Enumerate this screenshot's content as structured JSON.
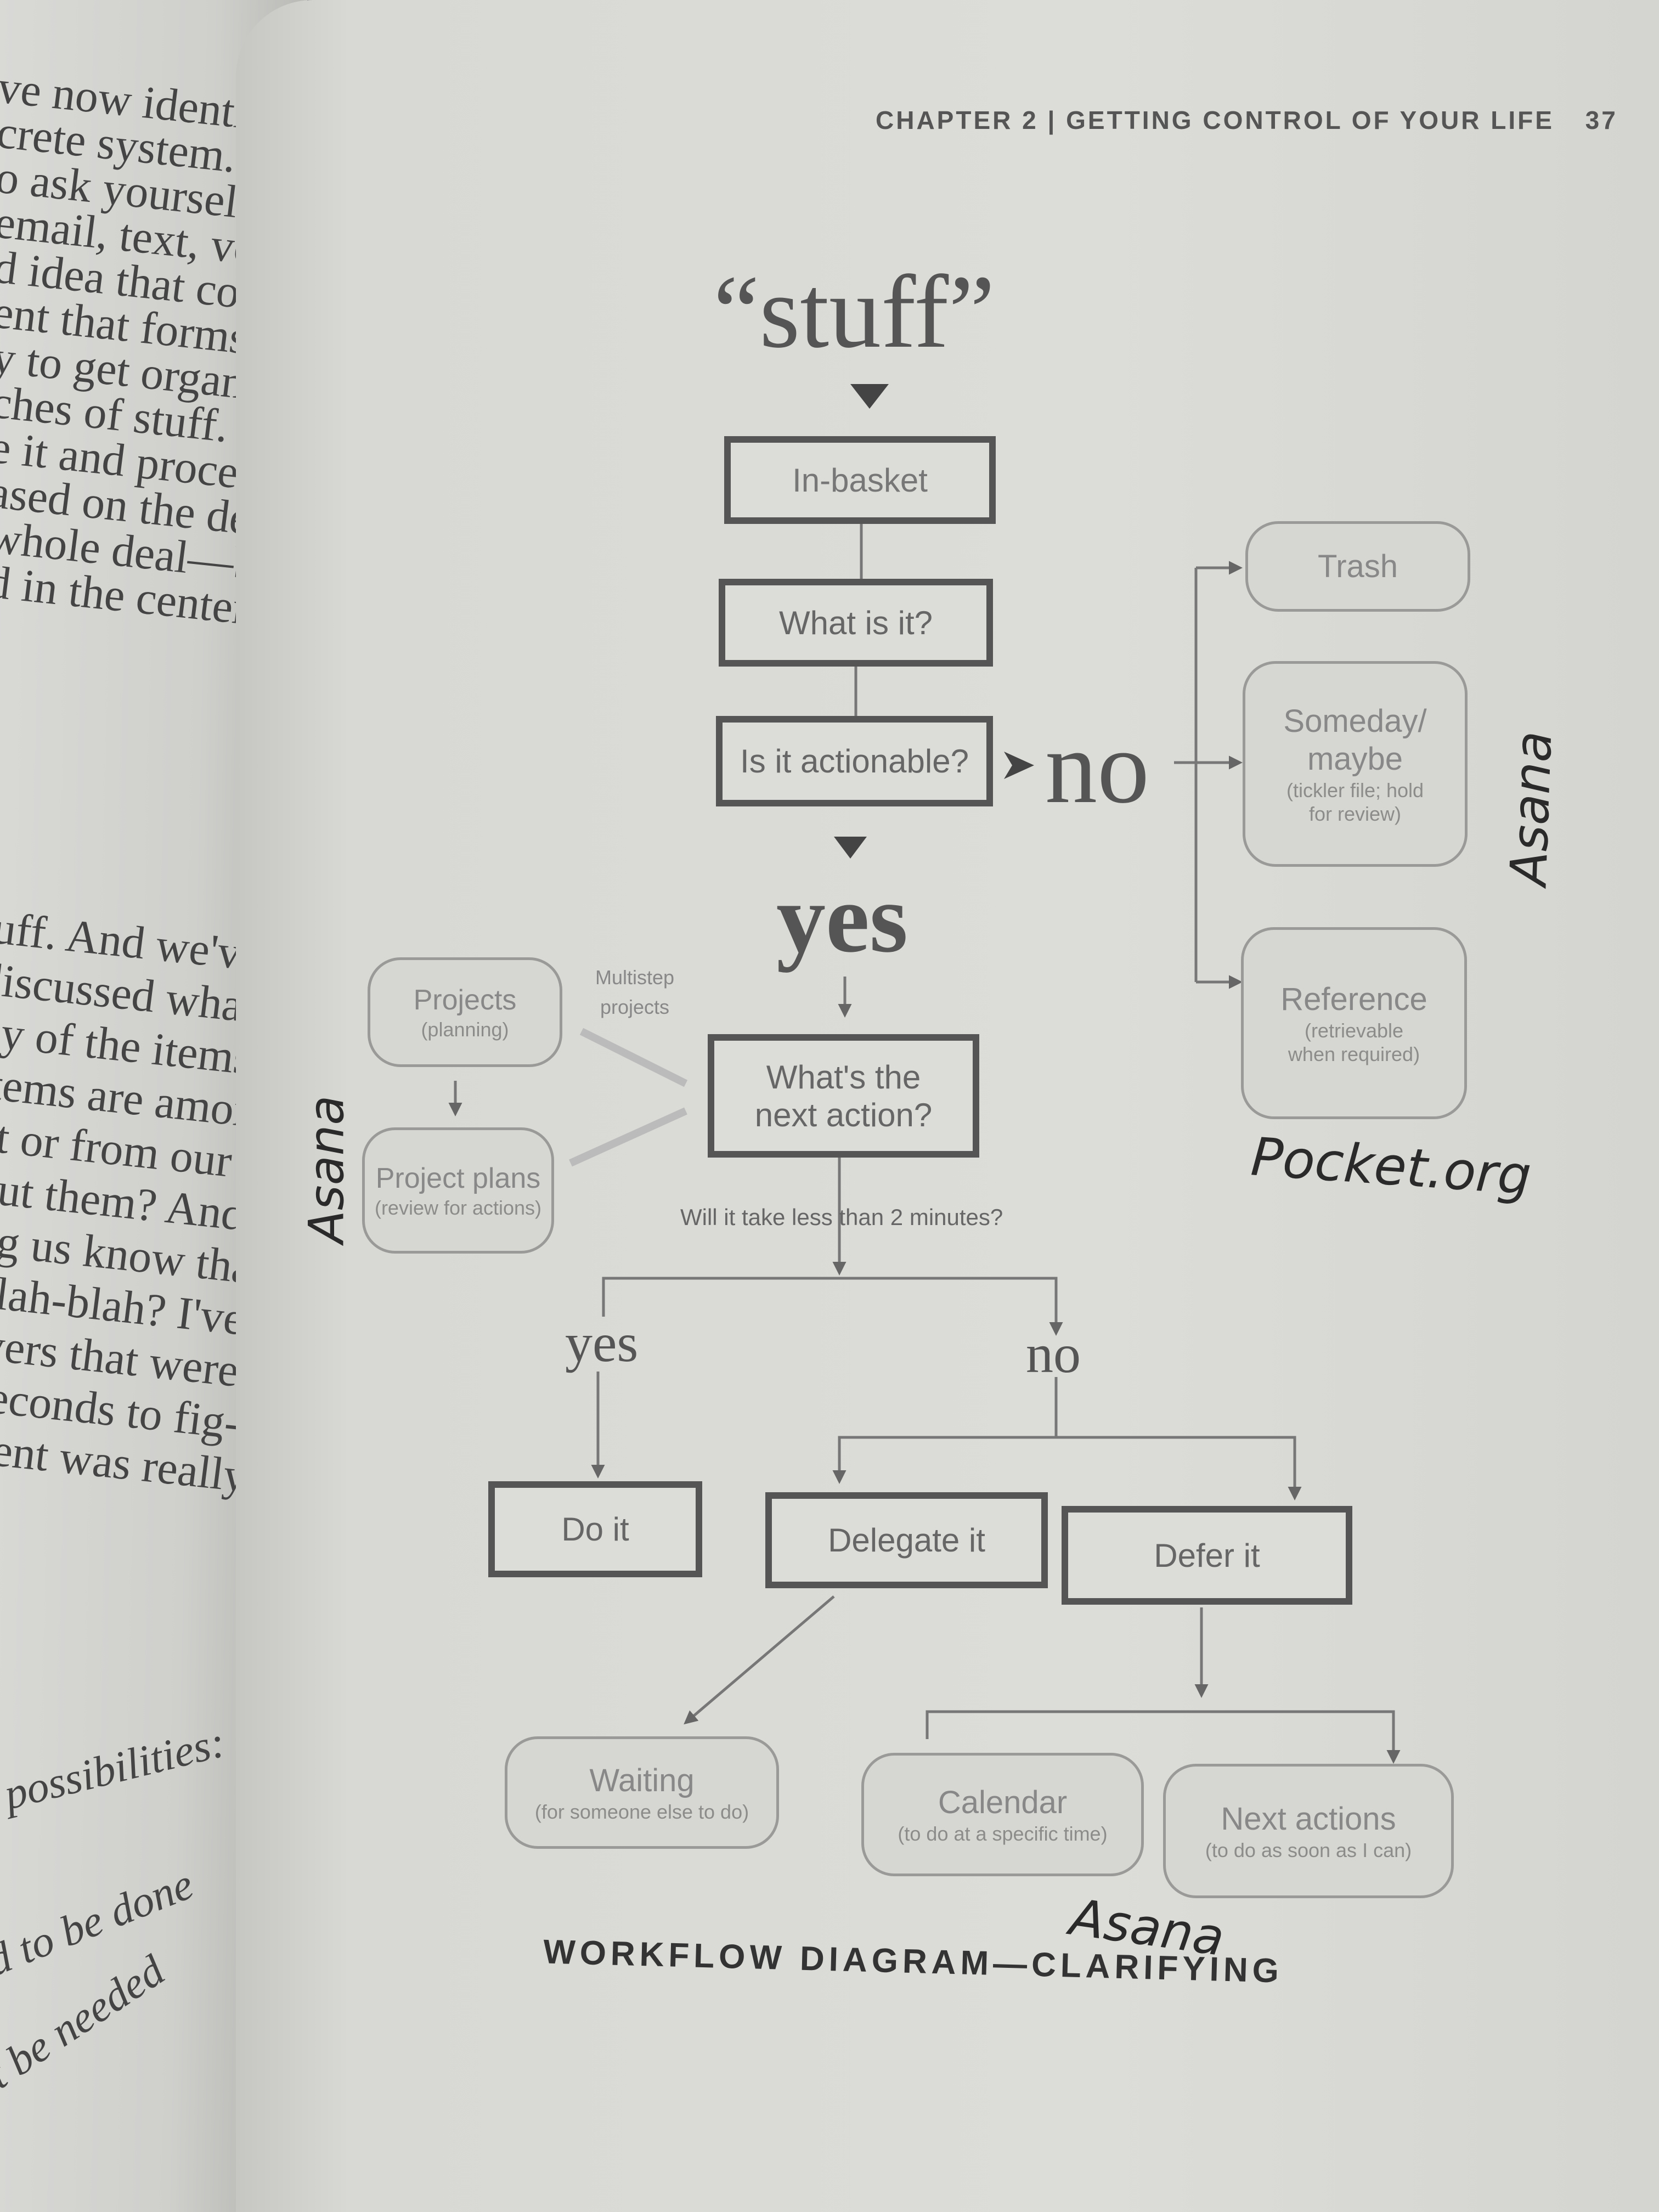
{
  "left_page": {
    "lines_top": [
      "ve now identified",
      "crete system.",
      "o ask yourself (and",
      "email, text, voice",
      "d idea that comes",
      "ent that forms the",
      "y to get organised",
      "ches of stuff. You",
      "e it and process it",
      "ased on the deci-",
      "whole deal—both",
      "d in the center"
    ],
    "lines_mid": [
      "tuff. And we've",
      "discussed what",
      "ny of the items",
      "items are amor-",
      "at or from our",
      "out them? And",
      "ng us know that",
      "blah-blah? I've",
      "wers that were",
      "seconds to fig-",
      "nent was really"
    ],
    "frag_1": "ee possibilities:",
    "frag_2": "eed to be done",
    "frag_3": "ight be needed"
  },
  "header": {
    "text": "CHAPTER 2 | GETTING CONTROL OF YOUR LIFE",
    "page_number": "37"
  },
  "diagram": {
    "stuff": "“stuff”",
    "in_basket": "In-basket",
    "what_is_it": "What is it?",
    "is_actionable": "Is it actionable?",
    "no_big": "no",
    "yes_big": "yes",
    "trash": "Trash",
    "someday_title": "Someday/",
    "someday_title2": "maybe",
    "someday_sub1": "(tickler file; hold",
    "someday_sub2": "for review)",
    "reference_title": "Reference",
    "reference_sub1": "(retrievable",
    "reference_sub2": "when required)",
    "projects_title": "Projects",
    "projects_sub": "(planning)",
    "multistep1": "Multistep",
    "multistep2": "projects",
    "project_plans_title": "Project plans",
    "project_plans_sub": "(review for actions)",
    "next_action1": "What's the",
    "next_action2": "next action?",
    "two_minutes": "Will it take less than 2 minutes?",
    "yes_small": "yes",
    "no_small": "no",
    "do_it": "Do it",
    "delegate_it": "Delegate it",
    "defer_it": "Defer it",
    "waiting_title": "Waiting",
    "waiting_sub": "(for someone else to do)",
    "calendar_title": "Calendar",
    "calendar_sub": "(to do at a specific time)",
    "next_actions_title": "Next actions",
    "next_actions_sub": "(to do as soon as I can)",
    "caption": "WORKFLOW DIAGRAM—CLARIFYING"
  },
  "handwriting": {
    "asana_right": "Asana",
    "pocket": "Pocket.org",
    "asana_left": "Asana",
    "asana_bottom": "Asana"
  }
}
